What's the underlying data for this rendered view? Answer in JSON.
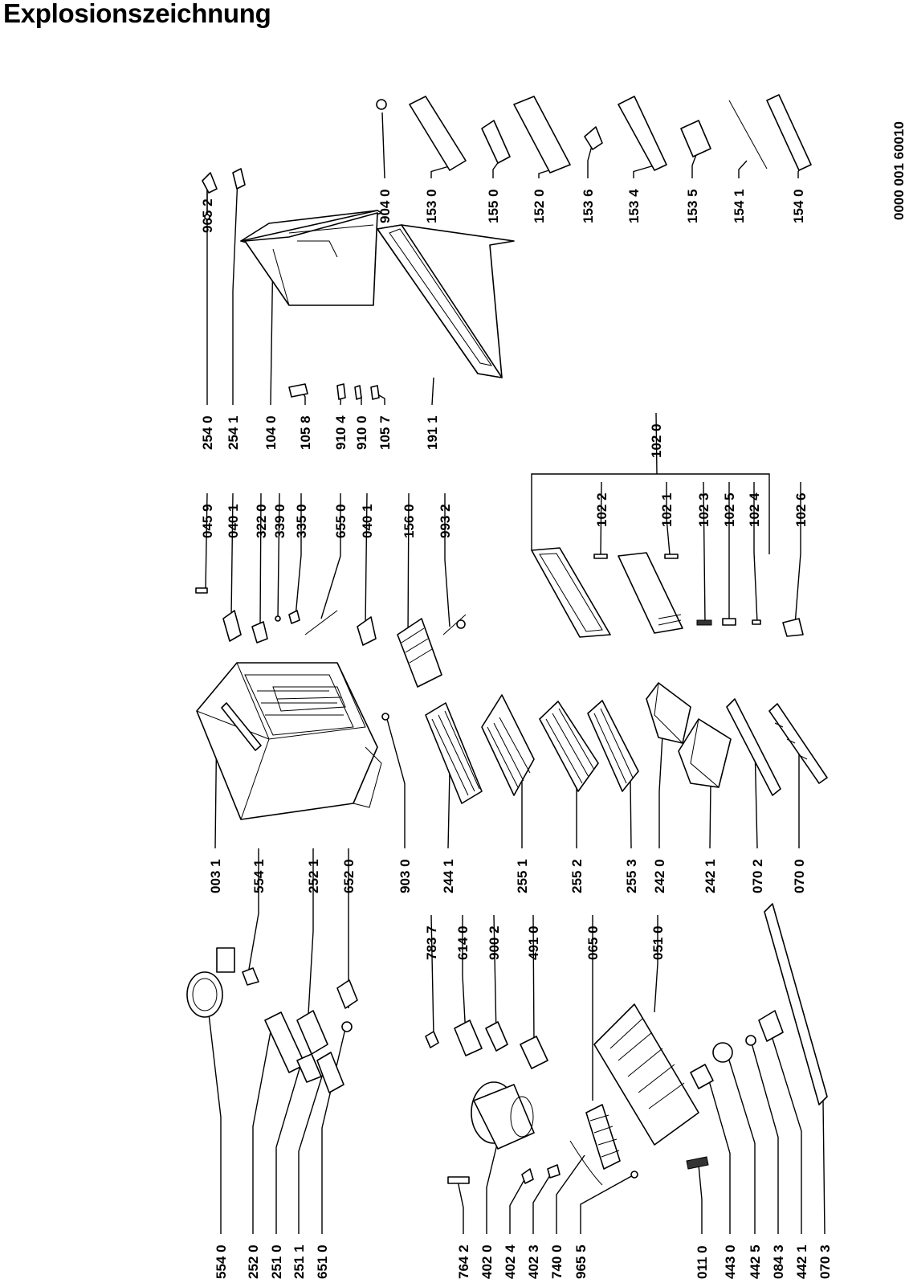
{
  "title": "Explosionszeichnung",
  "document_number": "0000 001 60010",
  "callouts": [
    "554 0",
    "252 0",
    "251 0",
    "251 1",
    "651 0",
    "764 2",
    "402 0",
    "402 4",
    "402 3",
    "740 0",
    "965 5",
    "011 0",
    "443 0",
    "442 5",
    "084 3",
    "442 1",
    "070 3",
    "554 1",
    "252 1",
    "652 0",
    "783 7",
    "614 0",
    "900 2",
    "491 0",
    "065 0",
    "051 0",
    "003 1",
    "903 0",
    "244 1",
    "255 1",
    "255 2",
    "255 3",
    "242 0",
    "242 1",
    "070 2",
    "070 0",
    "045 9",
    "040 1",
    "322 0",
    "339 0",
    "335 0",
    "655 0",
    "040 1",
    "156 0",
    "993 2",
    "102 2",
    "102 1",
    "102 3",
    "102 5",
    "102 4",
    "102 6",
    "102 0",
    "254 0",
    "254 1",
    "104 0",
    "105 8",
    "910 4",
    "910 0",
    "105 7",
    "191 1",
    "965 2",
    "904 0",
    "153 0",
    "155 0",
    "152 0",
    "153 6",
    "153 4",
    "153 5",
    "154 1",
    "154 0"
  ]
}
